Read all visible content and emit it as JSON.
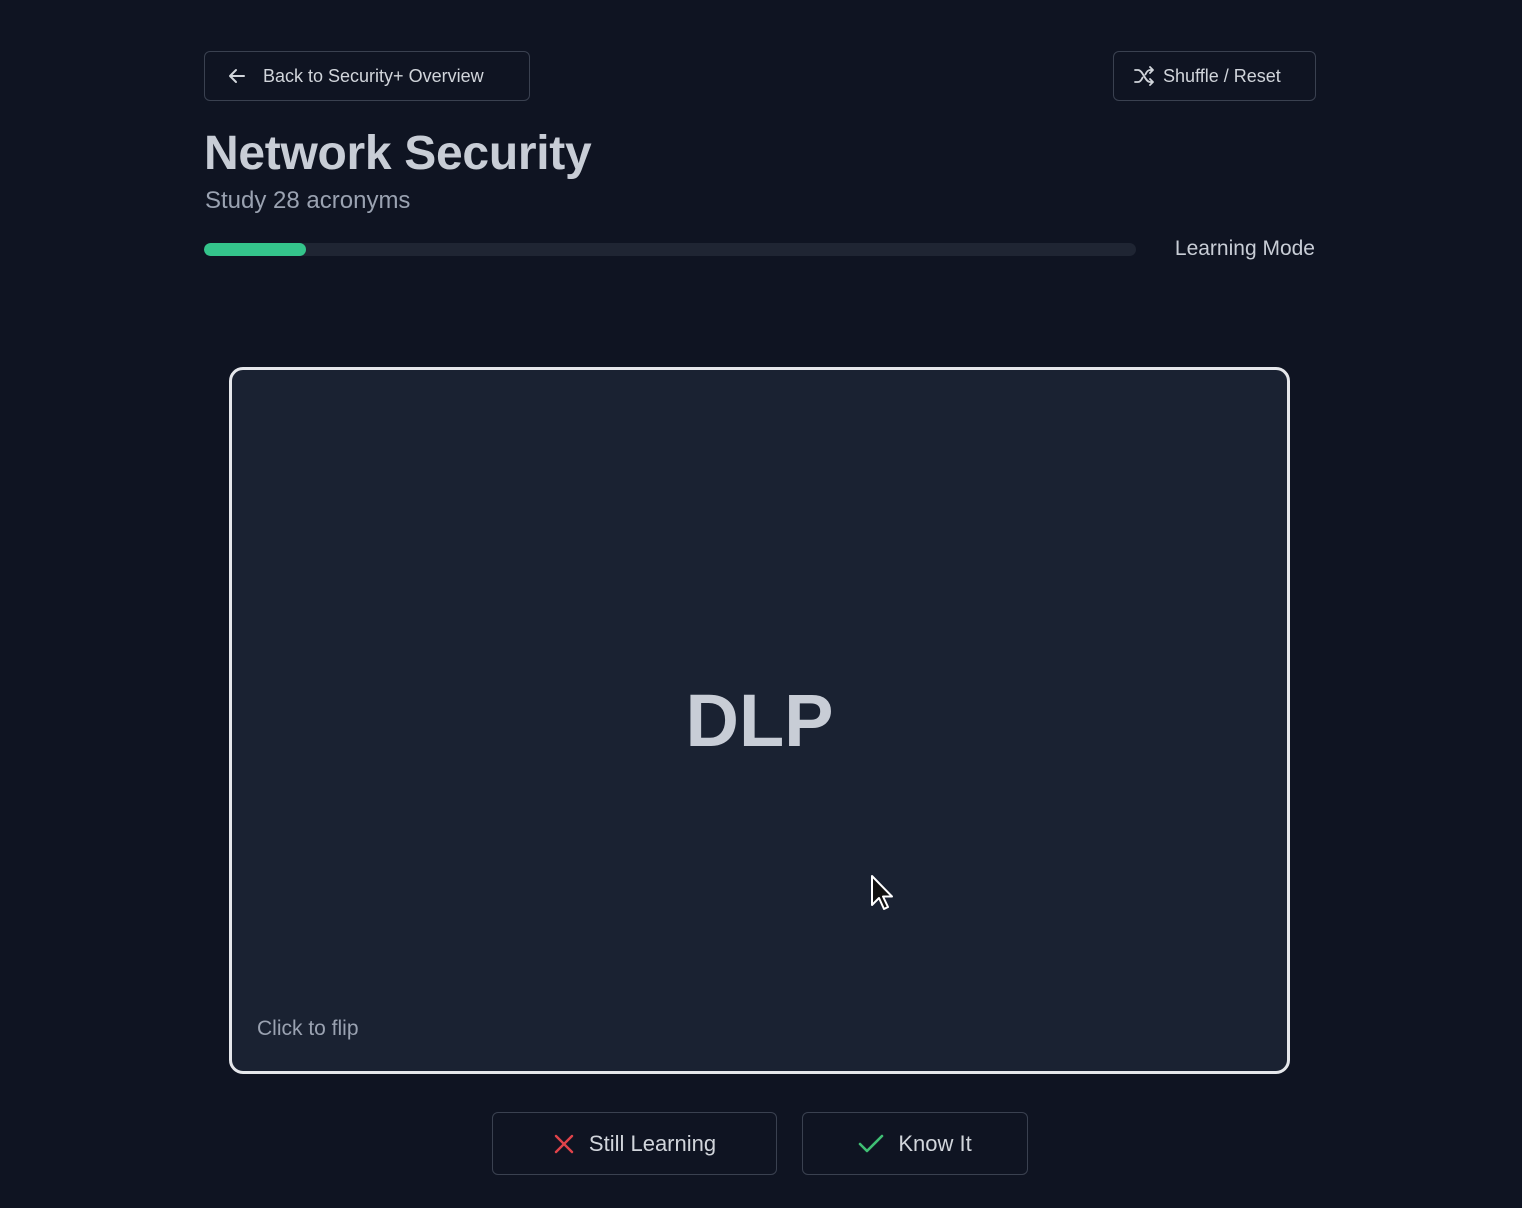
{
  "header": {
    "back_label": "Back to Security+ Overview",
    "shuffle_label": "Shuffle / Reset"
  },
  "page": {
    "title": "Network Security",
    "subtitle": "Study 28 acronyms"
  },
  "progress": {
    "fraction": 0.109,
    "mode_label": "Learning Mode"
  },
  "card": {
    "term": "DLP",
    "hint": "Click to flip"
  },
  "actions": {
    "still_learning_label": "Still Learning",
    "know_it_label": "Know It"
  },
  "colors": {
    "accent": "#34c48b",
    "still_learning_icon": "#e0434a",
    "know_it_icon": "#3fbf74"
  },
  "icons": {
    "back": "arrow-left-icon",
    "shuffle": "shuffle-icon",
    "still_learning": "x-icon",
    "know_it": "check-icon"
  }
}
